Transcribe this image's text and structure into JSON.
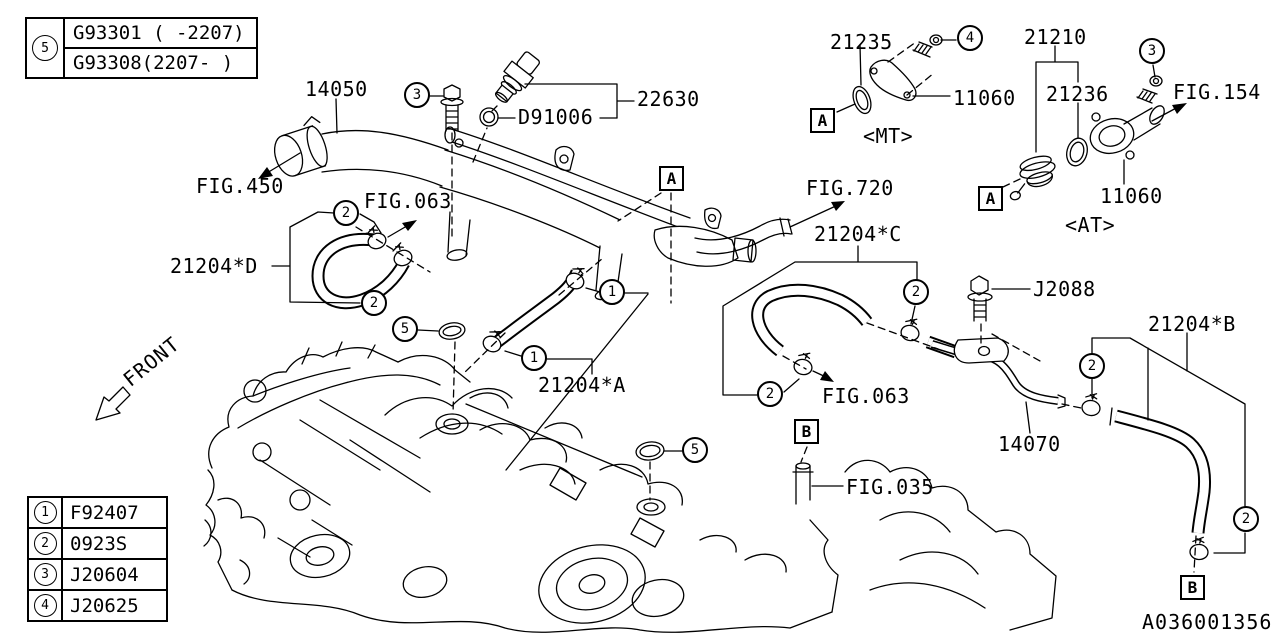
{
  "diagram": {
    "code": "A036001356",
    "front": "FRONT"
  },
  "nums": {
    "n1": "1",
    "n2": "2",
    "n3": "3",
    "n4": "4",
    "n5": "5"
  },
  "letters": {
    "A": "A",
    "B": "B"
  },
  "top_legend": {
    "num": "5",
    "rows": [
      "G93301 ( -2207)",
      "G93308(2207- )"
    ]
  },
  "bottom_legend": [
    {
      "num": "1",
      "code": "F92407"
    },
    {
      "num": "2",
      "code": "0923S"
    },
    {
      "num": "3",
      "code": "J20604"
    },
    {
      "num": "4",
      "code": "J20625"
    }
  ],
  "labels": {
    "l14050": "14050",
    "l22630": "22630",
    "lD91006": "D91006",
    "fig450": "FIG.450",
    "fig063_a": "FIG.063",
    "l21204D": "21204*D",
    "fig720": "FIG.720",
    "l21204C": "21204*C",
    "fig063_b": "FIG.063",
    "l21204A": "21204*A",
    "l21235": "21235",
    "l11060_mt": "11060",
    "mt": "<MT>",
    "l21210": "21210",
    "l21236": "21236",
    "fig154": "FIG.154",
    "l11060_at": "11060",
    "at": "<AT>",
    "lJ2088": "J2088",
    "l21204B": "21204*B",
    "l14070": "14070",
    "fig035": "FIG.035"
  }
}
